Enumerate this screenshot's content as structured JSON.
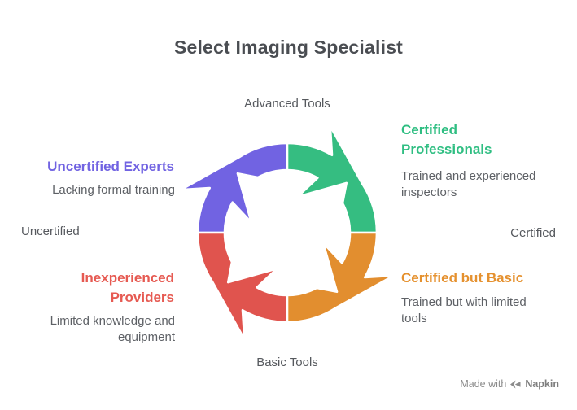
{
  "title": "Select Imaging Specialist",
  "axis": {
    "top": "Advanced Tools",
    "bottom": "Basic Tools",
    "left": "Uncertified",
    "right": "Certified"
  },
  "quadrants": [
    {
      "id": "uncertified-experts",
      "position": "top-left",
      "heading": "Uncertified Experts",
      "description": "Lacking formal training",
      "color": "#7163e2"
    },
    {
      "id": "certified-professionals",
      "position": "top-right",
      "heading": "Certified Professionals",
      "description": "Trained and experienced inspectors",
      "color": "#35bd81"
    },
    {
      "id": "inexperienced-providers",
      "position": "bottom-left",
      "heading": "Inexperienced Providers",
      "description": "Limited knowledge and equipment",
      "color": "#e0544e"
    },
    {
      "id": "certified-but-basic",
      "position": "bottom-right",
      "heading": "Certified but Basic",
      "description": "Trained but with limited tools",
      "color": "#e28e2f"
    }
  ],
  "watermark": {
    "prefix": "Made with",
    "brand": "Napkin",
    "icon": "napkin-logo-icon"
  },
  "colors": {
    "background": "#ffffff",
    "title_text": "#4a4d52",
    "axis_text": "#56595e",
    "description_text": "#5e6166",
    "segment_outline": "#ffffff"
  }
}
